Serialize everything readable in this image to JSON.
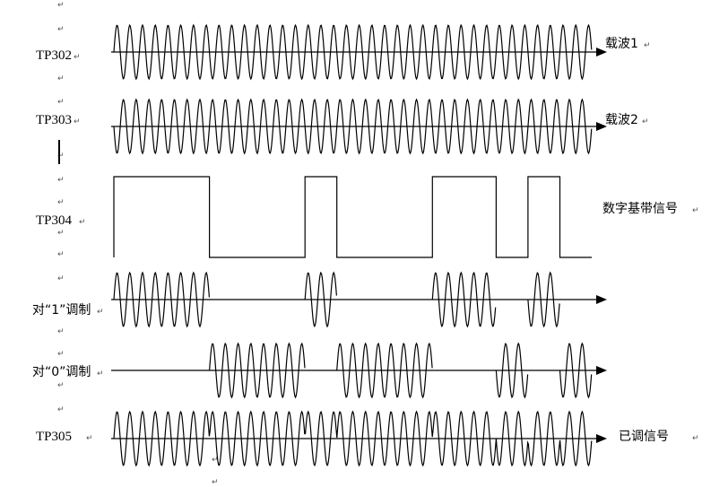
{
  "diagram": {
    "bits": [
      1,
      1,
      1,
      0,
      0,
      0,
      1,
      0,
      0,
      0,
      1,
      1,
      0,
      1,
      0
    ],
    "carrier1_cycles_per_bit": 2.5,
    "carrier2_cycles_per_bit": 2.5,
    "rows": [
      {
        "id": "tp302",
        "left_label": "TP302",
        "right_label": "载波1"
      },
      {
        "id": "tp303",
        "left_label": "TP303",
        "right_label": "载波2"
      },
      {
        "id": "tp304",
        "left_label": "TP304",
        "right_label": "数字基带信号"
      },
      {
        "id": "mod1",
        "left_label": "对“1”调制",
        "right_label": ""
      },
      {
        "id": "mod0",
        "left_label": "对“0”调制",
        "right_label": ""
      },
      {
        "id": "tp305",
        "left_label": "TP305",
        "right_label": "已调信号"
      }
    ],
    "return_mark": "↵"
  }
}
